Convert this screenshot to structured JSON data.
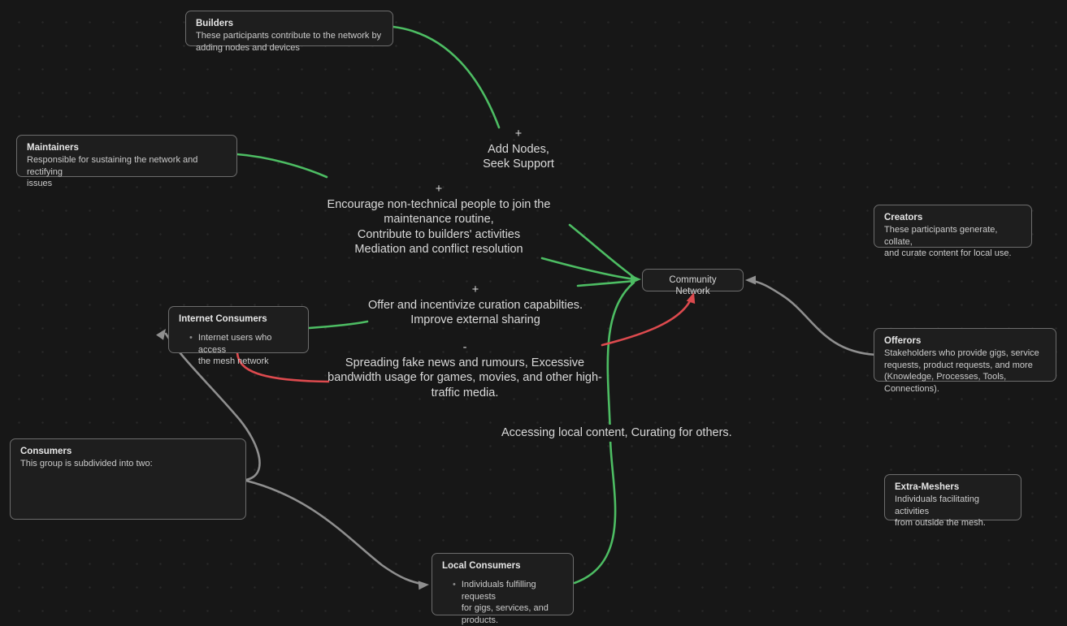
{
  "colors": {
    "canvas_background": "#171717",
    "dot_grid": "#282828",
    "node_background": "#1e1e1e",
    "node_border": "#6d6d6d",
    "edge_green": "#4dbd63",
    "edge_red": "#dd4a4e",
    "edge_gray": "#8f8f8f",
    "title_text": "#e6e6e6",
    "body_text": "#cbcbcb"
  },
  "glyphs": {
    "bullet": "•"
  },
  "nodes": {
    "builders": {
      "title": "Builders",
      "body": "These participants contribute to the network by\nadding nodes and devices"
    },
    "maintainers": {
      "title": "Maintainers",
      "body": "Responsible for sustaining the network and rectifying\nissues"
    },
    "internet_consumers": {
      "title": "Internet Consumers",
      "bullet": "Internet users who access\nthe mesh network"
    },
    "consumers": {
      "title": "Consumers",
      "body": "This group is subdivided into two:"
    },
    "local_consumers": {
      "title": "Local Consumers",
      "bullet": "Individuals fulfilling requests\nfor gigs, services, and\nproducts."
    },
    "community_network": {
      "title": "Community Network"
    },
    "creators": {
      "title": "Creators",
      "body": "These participants generate, collate,\nand curate content for local use."
    },
    "offerors": {
      "title": "Offerors",
      "body": "Stakeholders who provide gigs, service\nrequests, product requests, and more\n(Knowledge, Processes, Tools, Connections)."
    },
    "extra_meshers": {
      "title": "Extra-Meshers",
      "body": "Individuals facilitating activities\nfrom outside the mesh."
    }
  },
  "text_nodes": {
    "add_nodes": "+\nAdd Nodes,\nSeek Support",
    "encourage": "+\nEncourage non-technical people to join the\nmaintenance routine,\nContribute to builders' activities\nMediation and conflict resolution",
    "offer": "+\nOffer and incentivize curation capabilties.\nImprove external sharing",
    "spreading": "-\nSpreading fake news and rumours, Excessive\nbandwidth usage for games, movies, and other high-\ntraffic media.",
    "accessing": "Accessing local content, Curating for others."
  }
}
